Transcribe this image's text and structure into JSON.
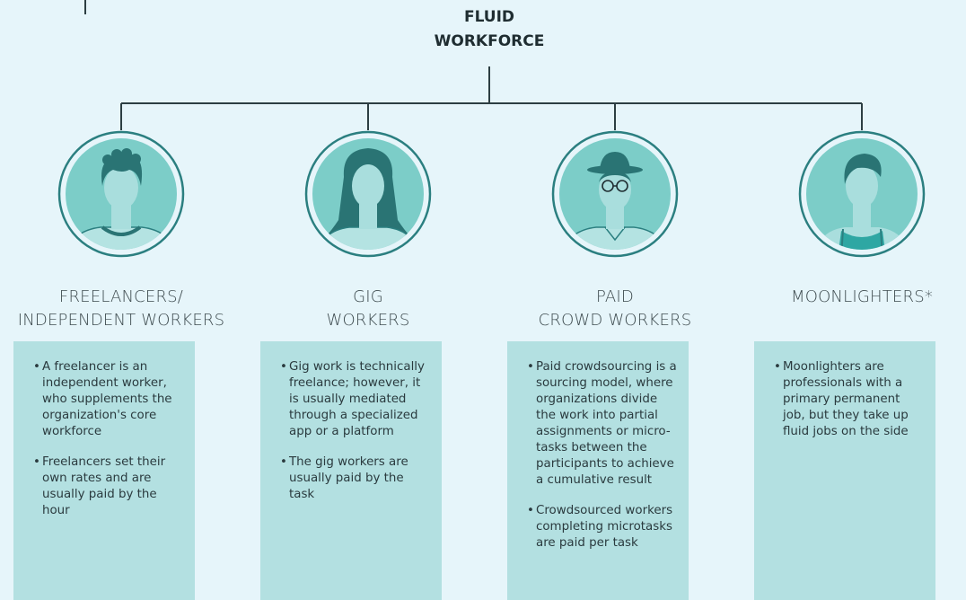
{
  "title": {
    "line1": "FLUID",
    "line2": "WORKFORCE"
  },
  "colors": {
    "background": "#e6f5fa",
    "card": "#b3e0e1",
    "avatar_ring": "#2b7f80",
    "avatar_fill": "#7ccdc8",
    "hair_dark": "#2a7474",
    "line": "#2c3e42"
  },
  "categories": [
    {
      "label_line1": "FREELANCERS/",
      "label_line2": "INDEPENDENT WORKERS",
      "icon": "freelancer-avatar-icon",
      "bullets": [
        "A freelancer is an independent worker, who supplements the organization's core workforce",
        "Freelancers set their own rates and are usually paid by the hour"
      ]
    },
    {
      "label_line1": "GIG",
      "label_line2": "WORKERS",
      "icon": "gig-worker-avatar-icon",
      "bullets": [
        "Gig work is technically freelance; however, it is usually mediated through a specialized app or a platform",
        "The gig workers are usually paid by the task"
      ]
    },
    {
      "label_line1": "PAID",
      "label_line2": "CROWD WORKERS",
      "icon": "crowd-worker-avatar-icon",
      "bullets": [
        "Paid crowdsourcing is a sourcing model, where organizations divide the work into partial assignments or micro-tasks between the participants to achieve a cumulative result",
        "Crowdsourced workers completing microtasks are paid per task"
      ]
    },
    {
      "label_line1": "MOONLIGHTERS*",
      "label_line2": "",
      "icon": "moonlighter-avatar-icon",
      "bullets": [
        "Moonlighters are professionals with a primary permanent job, but they take up fluid jobs on the side"
      ]
    }
  ]
}
